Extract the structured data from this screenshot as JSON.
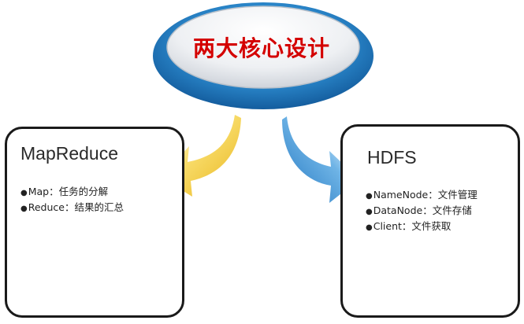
{
  "center": {
    "title": "两大核心设计"
  },
  "left_box": {
    "title": "MapReduce",
    "items": [
      "Map：任务的分解",
      "Reduce：结果的汇总"
    ]
  },
  "right_box": {
    "title": "HDFS",
    "items": [
      "NameNode：文件管理",
      "DataNode：文件存储",
      "Client：文件获取"
    ]
  },
  "colors": {
    "center_title": "#d40000",
    "disc_blue": "#1f7fc4",
    "left_arrow": "#f2c832",
    "right_arrow": "#2f86c9",
    "box_border": "#1a1a1a"
  }
}
